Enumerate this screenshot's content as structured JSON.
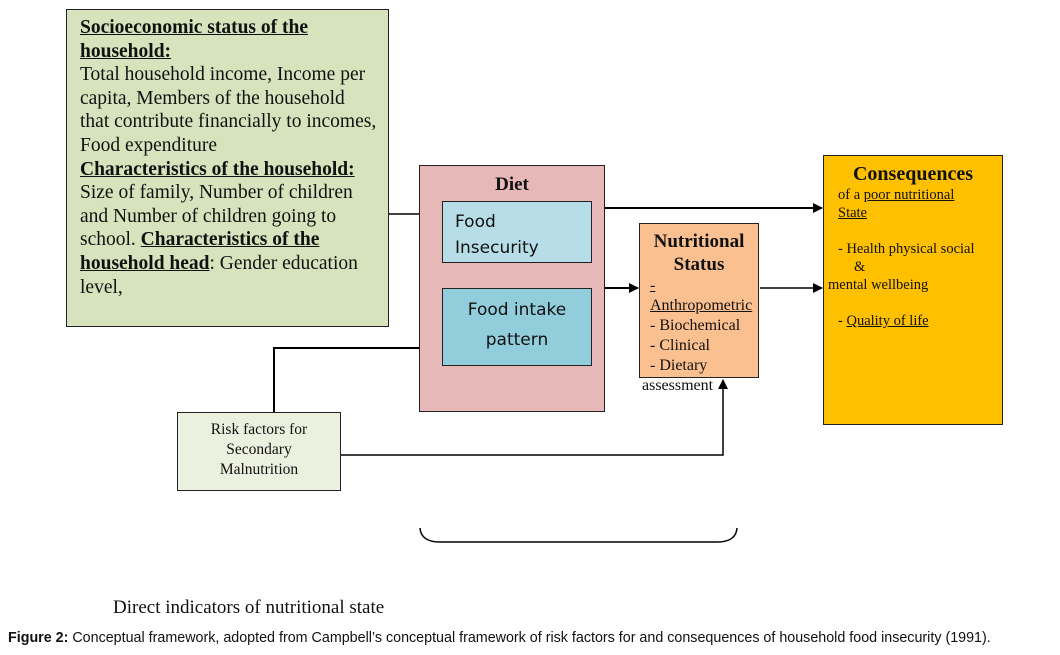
{
  "socioeconomic_box": {
    "heading1": "Socioeconomic status of the household:",
    "text1": "Total household income, Income per capita, Members of the household that contribute financially to incomes, Food expenditure",
    "heading2": "Characteristics of the household:",
    "text2": "Size of family, Number of children and Number of children going to school.",
    "heading3_bold": "Characteristics of the household head",
    "text3": ": Gender education level,"
  },
  "diet_box": {
    "title": "Diet",
    "food_insecurity": [
      "Food",
      "Insecurity"
    ],
    "food_intake": [
      "Food intake",
      "pattern"
    ]
  },
  "nutritional_status_box": {
    "title_line1": "Nutritional",
    "title_line2": "Status",
    "items": [
      "- Anthropometric",
      "- Biochemical",
      "- Clinical",
      "- Dietary",
      "assessment"
    ]
  },
  "consequences_box": {
    "title": "Consequences",
    "sub_prefix": "of a ",
    "sub_underlined": "poor nutritional",
    "sub_line2": "State",
    "item1": "- Health physical social",
    "item1_amp": "&",
    "item1_line2": "mental wellbeing",
    "item2_dash": "- ",
    "item2": "Quality of life"
  },
  "risk_box": {
    "lines": [
      "Risk factors for",
      "Secondary",
      "Malnutrition"
    ]
  },
  "brace_label": "Direct indicators of nutritional state",
  "caption": {
    "label": "Figure 2:",
    "text": " Conceptual framework, adopted from Campbell’s conceptual framework of risk factors for and consequences of household food insecurity (1991)."
  }
}
